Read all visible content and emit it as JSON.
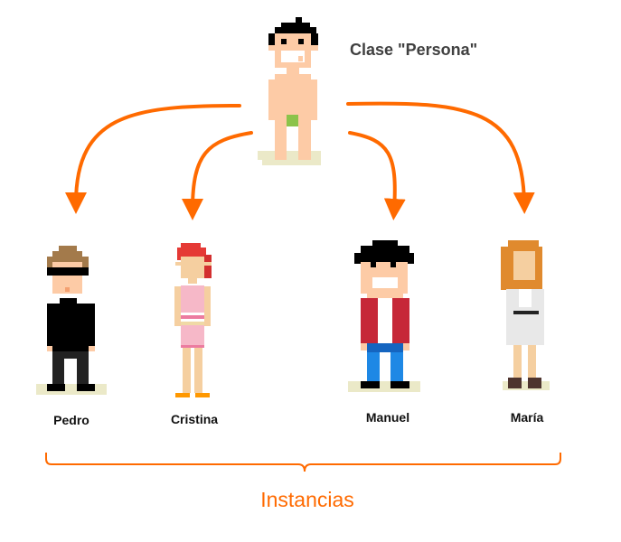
{
  "class_label": "Clase \"Persona\"",
  "instances_label": "Instancias",
  "instances": [
    {
      "name": "Pedro"
    },
    {
      "name": "Cristina"
    },
    {
      "name": "Manuel"
    },
    {
      "name": "María"
    }
  ],
  "colors": {
    "accent": "#ff6a00",
    "skin": "#fdcba6",
    "ground": "#ebe9c8"
  }
}
